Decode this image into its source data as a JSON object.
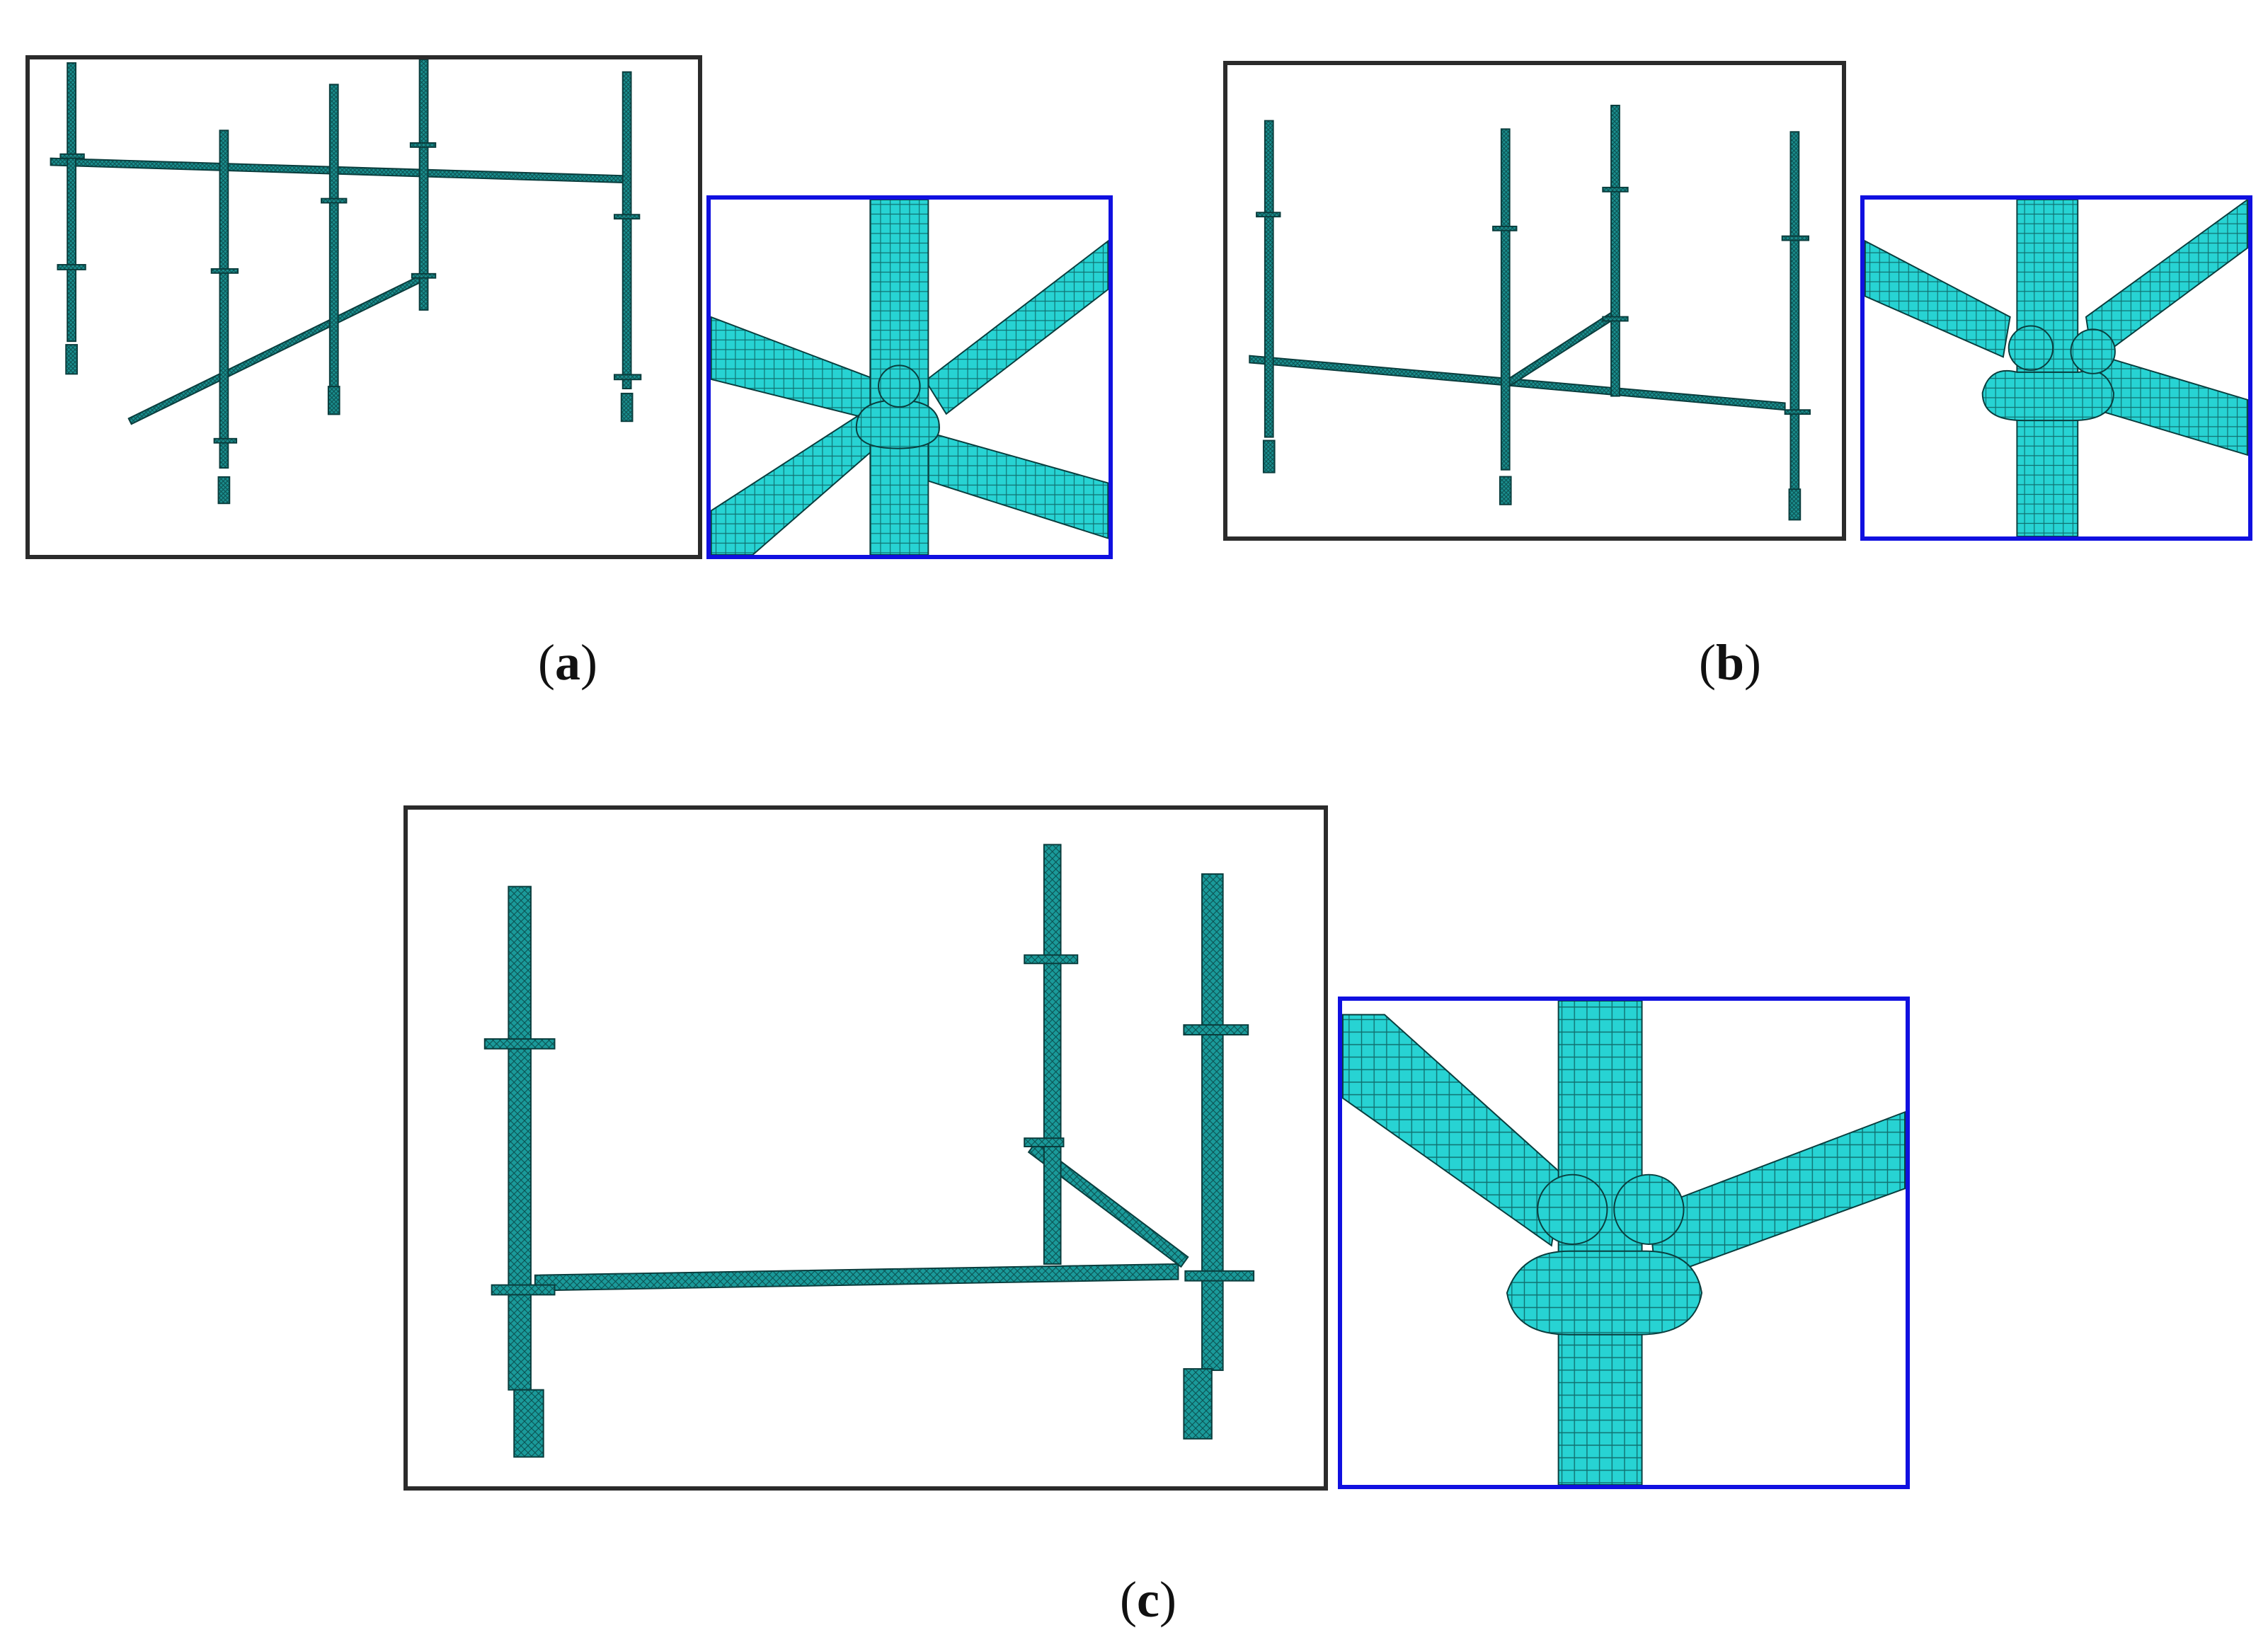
{
  "captions": {
    "a": "a",
    "b": "b",
    "c": "c"
  },
  "colors": {
    "mesh": "#1fc4c4",
    "mesh_dark": "#0f6f6f",
    "outline": "#0a3d3d",
    "frame_black": "#2b2b2b",
    "frame_blue": "#1010e0"
  },
  "icons": {
    "model": "scaffold-model-icon",
    "detail": "ringlock-joint-detail-icon"
  }
}
